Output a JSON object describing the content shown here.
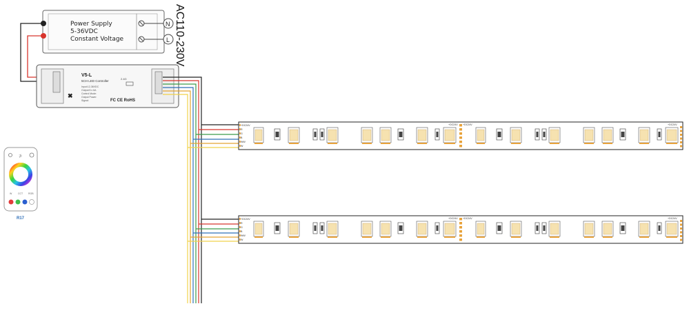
{
  "power_supply": {
    "line1": "Power Supply",
    "line2": "5-36VDC",
    "line3": "Constant Voltage",
    "ac_label": "AC110-230V",
    "terminal_n": "N",
    "terminal_l": "L"
  },
  "controller": {
    "model": "V5-L",
    "subtitle": "5CH LED Controller",
    "spec_lines": [
      "Input:12-36VDC",
      "Output:5 x 6A",
      "Control Mode:",
      "Output Power:",
      "Signal:"
    ],
    "marks": "FC CE RoHS",
    "small": "2.4G"
  },
  "remote": {
    "label": "R17",
    "bottom_labels": [
      "W",
      "CCT",
      "RGB"
    ]
  },
  "strip": {
    "left_pin_labels": [
      "+DC24V",
      "R",
      "G",
      "B",
      "WW",
      "W"
    ],
    "mid_label": "+DC24V",
    "end_label": "+DC24V"
  },
  "colors": {
    "red": "#d8342c",
    "black": "#222222",
    "green": "#3a9a4a",
    "blue": "#2f6fb8",
    "ww": "#e4a530",
    "w": "#f1d24a",
    "strip_pad": "#e8a23a"
  }
}
